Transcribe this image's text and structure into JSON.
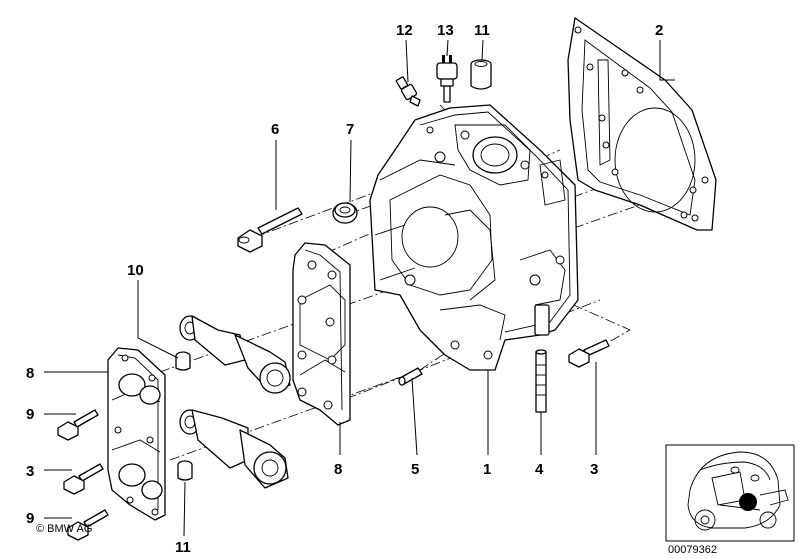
{
  "callouts": {
    "c12": "12",
    "c13": "13",
    "c11_top": "11",
    "c2": "2",
    "c6": "6",
    "c7": "7",
    "c10": "10",
    "c8_left": "8",
    "c9_upper": "9",
    "c3_left": "3",
    "c9_lower": "9",
    "c11_bottom": "11",
    "c8_right": "8",
    "c5": "5",
    "c1": "1",
    "c4": "4",
    "c3_right": "3"
  },
  "footer": {
    "copyright": "© BMW AG",
    "reference_number": "00079362"
  }
}
